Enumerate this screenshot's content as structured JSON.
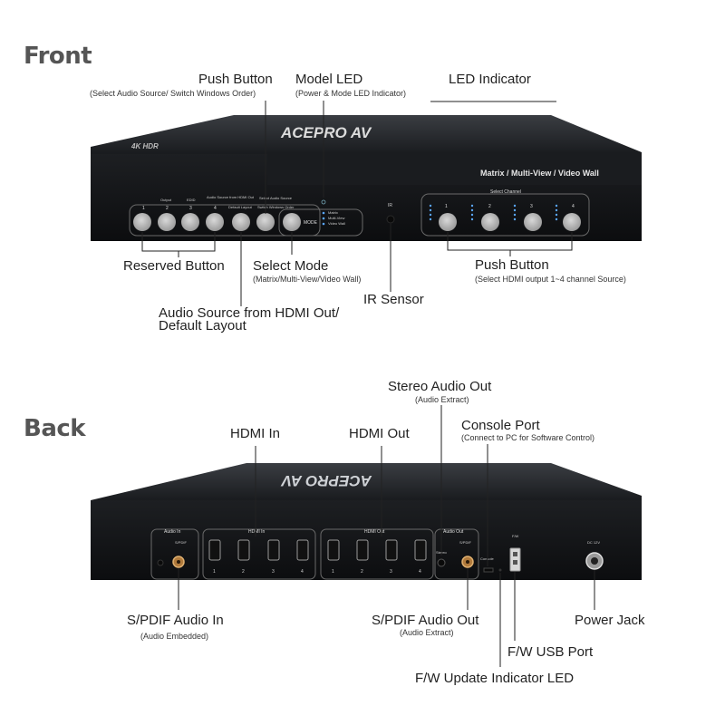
{
  "sections": {
    "front": "Front",
    "back": "Back"
  },
  "device": {
    "brand": "ACEPRO AV",
    "front_tag": "Matrix / Multi-View / Video Wall",
    "select_channel": "Select Channel",
    "mode_button": "MODE",
    "numbers": [
      "1",
      "2",
      "3",
      "4"
    ],
    "front_mini": {
      "output": "Output",
      "edid": "EDID",
      "audio_src": "Audio Source from HDMI Out",
      "default_layout": "Default Layout",
      "select_audio": "Select Audio Source",
      "switch_windows": "Switch Windows Order",
      "mode_matrix": "Matrix",
      "mode_multiview": "Multi-View",
      "mode_videowall": "Video Wall",
      "ir": "IR"
    },
    "back_mini": {
      "audio_in": "Audio In",
      "spdif": "S/PDIF",
      "hdmi_in": "HDMI In",
      "hdmi_out": "HDMI Out",
      "audio_out": "Audio Out",
      "stereo": "Stereo",
      "console": "Console",
      "fw": "F/W",
      "dc": "DC 12V"
    }
  },
  "front_callouts": {
    "push_button_top": {
      "title": "Push Button",
      "sub": "(Select Audio Source/ Switch Windows Order)"
    },
    "model_led": {
      "title": "Model LED",
      "sub": "(Power & Mode LED Indicator)"
    },
    "led_indicator": {
      "title": "LED Indicator"
    },
    "reserved_button": {
      "title": "Reserved Button"
    },
    "select_mode": {
      "title": "Select Mode",
      "sub": "(Matrix/Multi-View/Video Wall)"
    },
    "push_button_bottom": {
      "title": "Push Button",
      "sub": "(Select HDMI output 1~4 channel Source)"
    },
    "ir_sensor": {
      "title": "IR Sensor"
    },
    "audio_source": {
      "line1": "Audio Source from HDMI Out/",
      "line2": "Default Layout"
    }
  },
  "back_callouts": {
    "stereo_out": {
      "title": "Stereo Audio Out",
      "sub": "(Audio Extract)"
    },
    "hdmi_in": {
      "title": "HDMI In"
    },
    "hdmi_out": {
      "title": "HDMI Out"
    },
    "console_port": {
      "title": "Console Port",
      "sub": "(Connect to PC for Software Control)"
    },
    "spdif_in": {
      "title": "S/PDIF Audio In",
      "sub": "(Audio Embedded)"
    },
    "spdif_out": {
      "title": "S/PDIF Audio Out",
      "sub": "(Audio Extract)"
    },
    "power_jack": {
      "title": "Power Jack"
    },
    "fw_usb": {
      "title": "F/W USB Port"
    },
    "fw_led": {
      "title": "F/W Update Indicator LED"
    }
  }
}
